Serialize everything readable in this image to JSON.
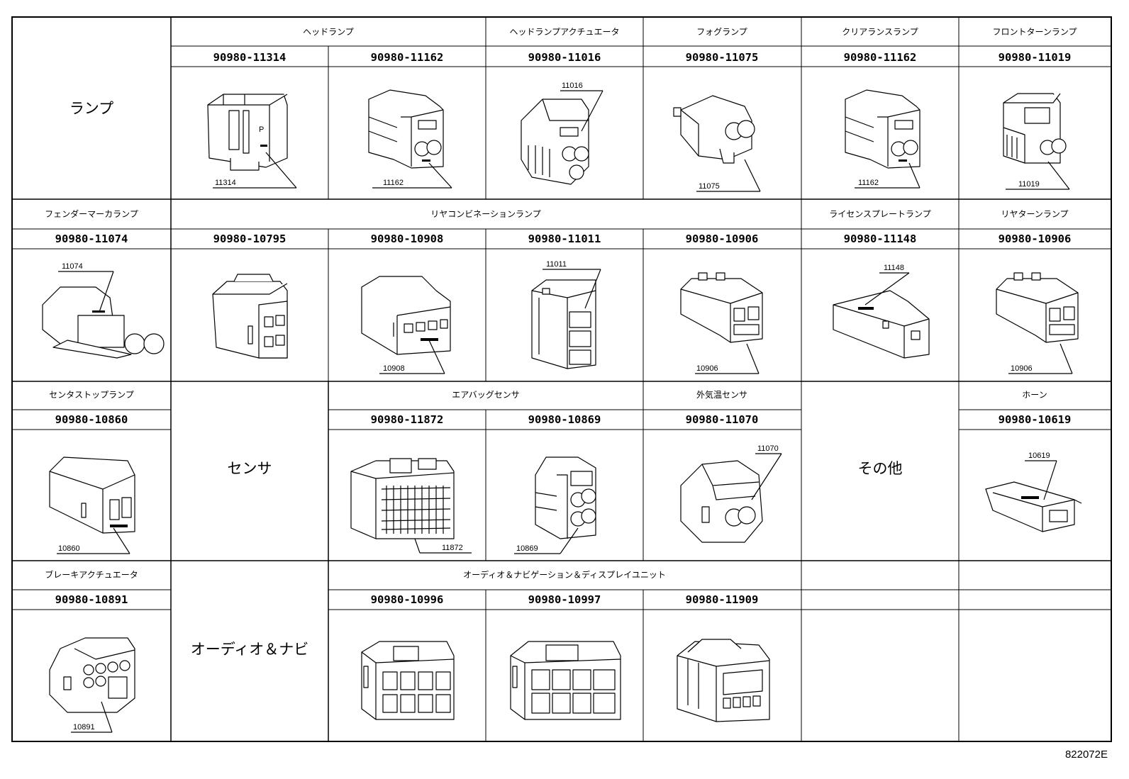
{
  "figure_id": "822072E",
  "categories": {
    "lamp": "ランプ",
    "sensor": "センサ",
    "other": "その他",
    "audio": "オーディオ＆ナビ"
  },
  "row1": {
    "groups": [
      "ヘッドランプ",
      "ヘッドランプアクチュエータ",
      "フォグランプ",
      "クリアランスランプ",
      "フロントターンランプ"
    ],
    "parts": [
      {
        "pn": "90980-11314",
        "label": "11314"
      },
      {
        "pn": "90980-11162",
        "label": "11162"
      },
      {
        "pn": "90980-11016",
        "label": "11016"
      },
      {
        "pn": "90980-11075",
        "label": "11075"
      },
      {
        "pn": "90980-11162",
        "label": "11162"
      },
      {
        "pn": "90980-11019",
        "label": "11019"
      }
    ]
  },
  "row2": {
    "groups": [
      "フェンダーマーカランプ",
      "リヤコンビネーションランプ",
      "ライセンスプレートランプ",
      "リヤターンランプ"
    ],
    "parts": [
      {
        "pn": "90980-11074",
        "label": "11074"
      },
      {
        "pn": "90980-10795",
        "label": ""
      },
      {
        "pn": "90980-10908",
        "label": "10908"
      },
      {
        "pn": "90980-11011",
        "label": "11011"
      },
      {
        "pn": "90980-10906",
        "label": "10906"
      },
      {
        "pn": "90980-11148",
        "label": "11148"
      },
      {
        "pn": "90980-10906",
        "label": "10906"
      }
    ]
  },
  "row3": {
    "groups": [
      "センタストップランプ",
      "エアバッグセンサ",
      "外気温センサ",
      "ホーン"
    ],
    "parts": [
      {
        "pn": "90980-10860",
        "label": "10860"
      },
      {
        "pn": "90980-11872",
        "label": "11872"
      },
      {
        "pn": "90980-10869",
        "label": "10869"
      },
      {
        "pn": "90980-11070",
        "label": "11070"
      },
      {
        "pn": "90980-10619",
        "label": "10619"
      }
    ]
  },
  "row4": {
    "groups": [
      "ブレーキアクチュエータ",
      "オーディオ＆ナビゲーション＆ディスプレイユニット"
    ],
    "parts": [
      {
        "pn": "90980-10891",
        "label": "10891"
      },
      {
        "pn": "90980-10996",
        "label": ""
      },
      {
        "pn": "90980-10997",
        "label": ""
      },
      {
        "pn": "90980-11909",
        "label": ""
      }
    ]
  }
}
